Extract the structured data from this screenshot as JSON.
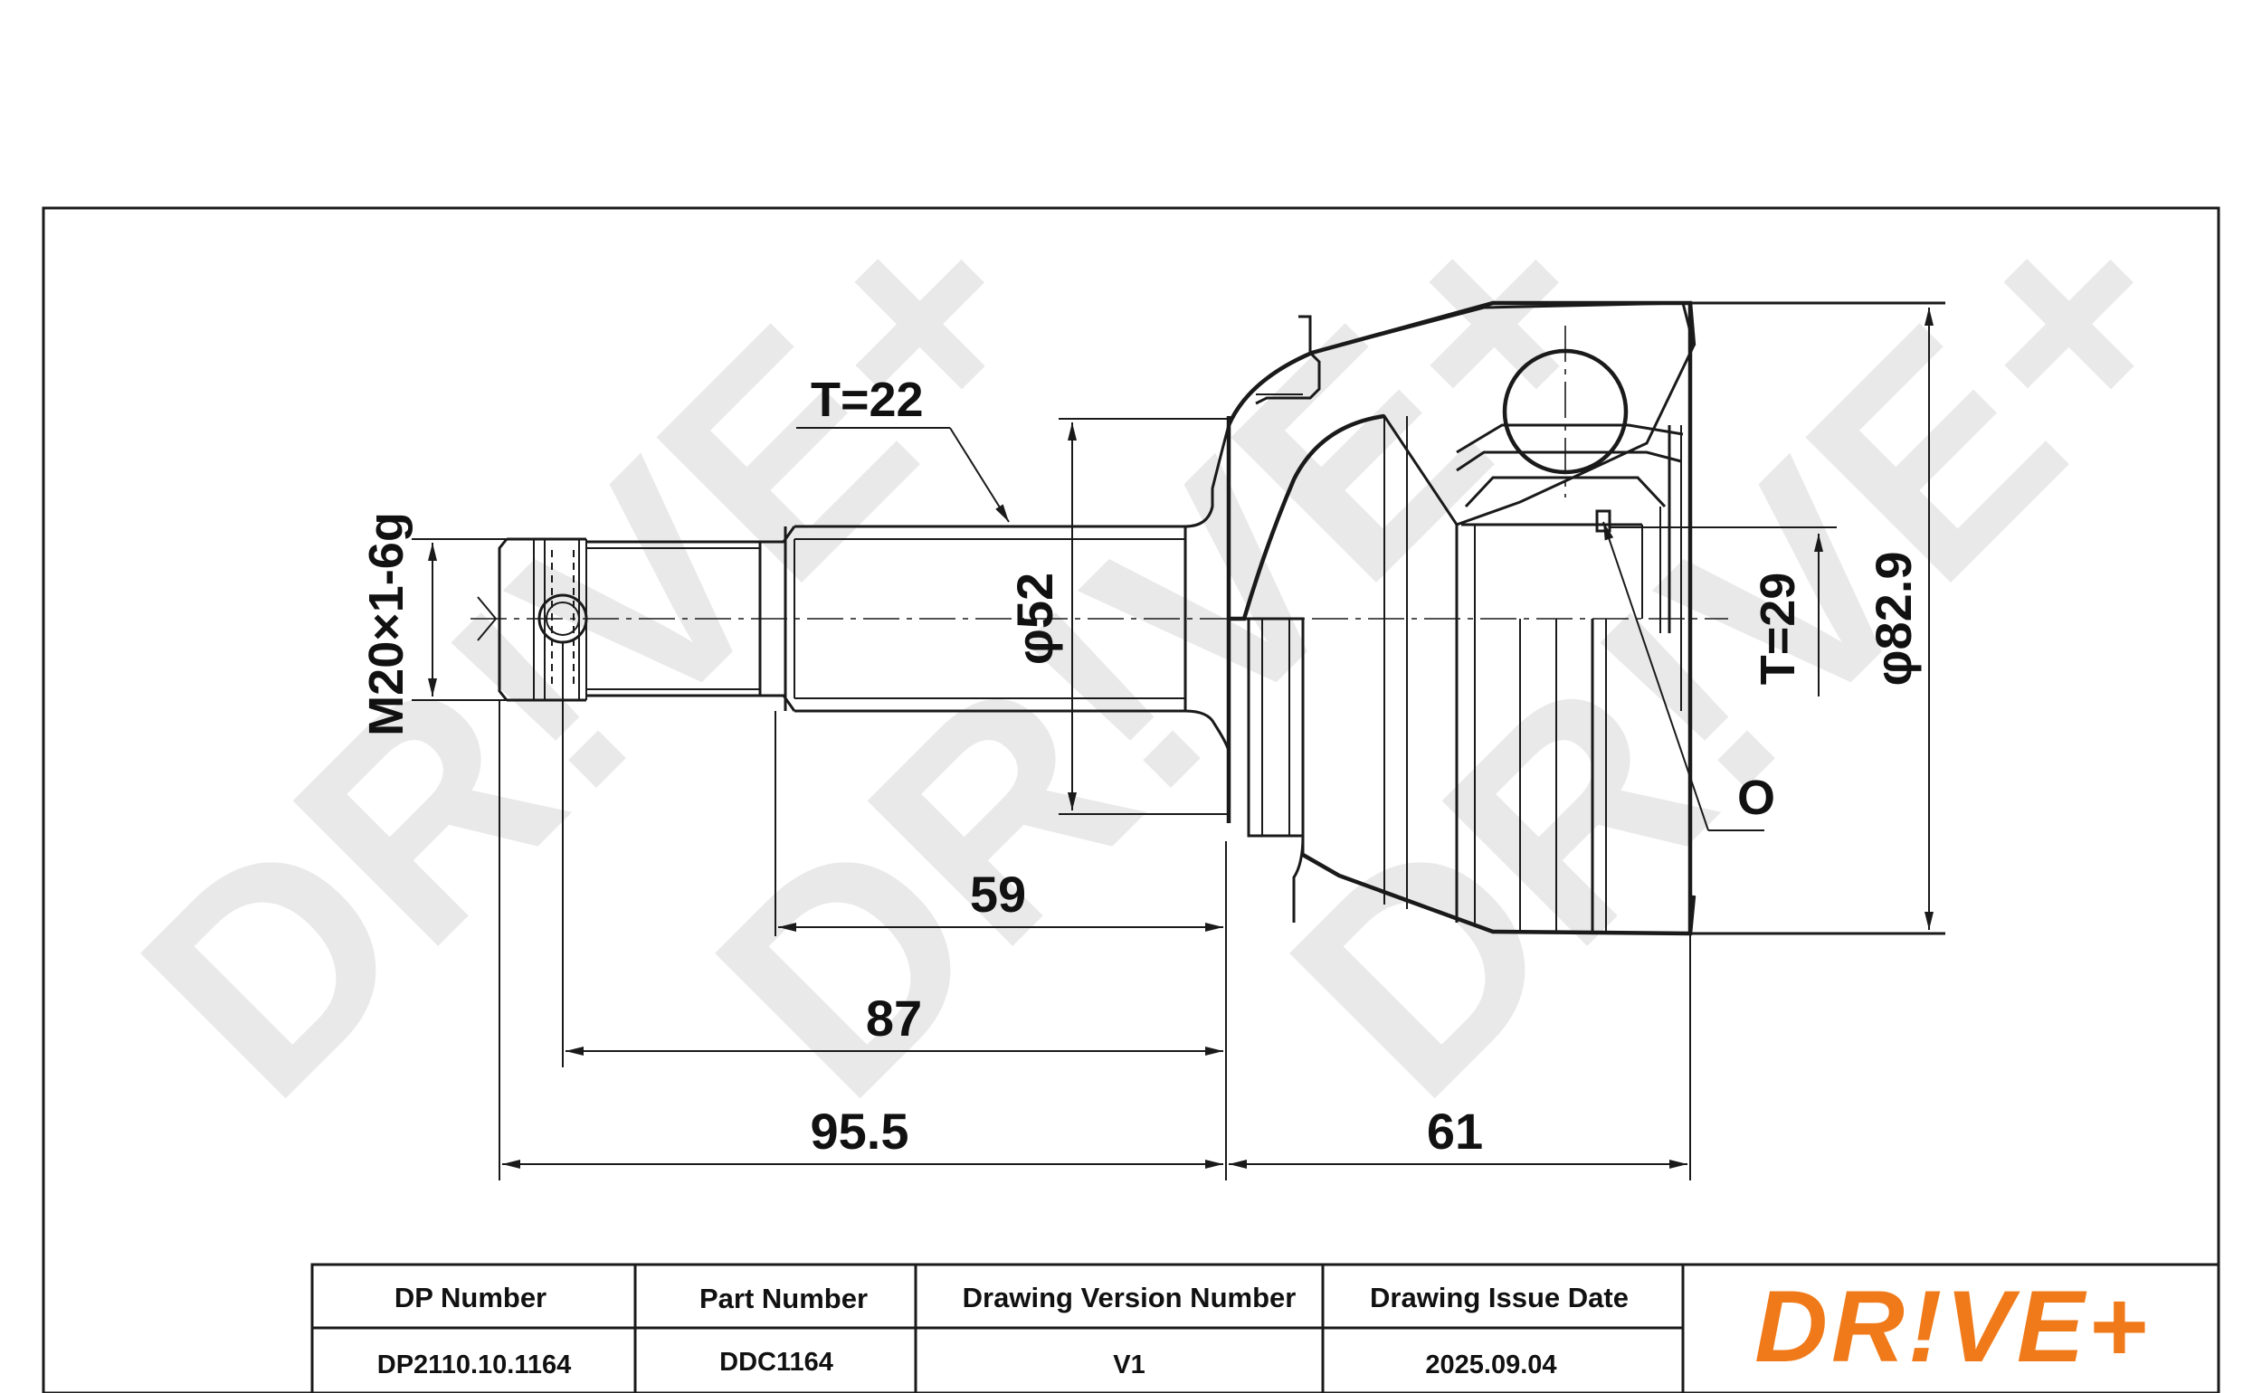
{
  "watermark": "DR!VE+",
  "dimensions": {
    "thread": "M20×1-6g",
    "t22": "T=22",
    "d52": "φ52",
    "t29": "T=29",
    "d829": "φ82.9",
    "o": "O",
    "l59": "59",
    "l87": "87",
    "l955": "95.5",
    "l61": "61"
  },
  "title_block": {
    "headers": [
      "DP Number",
      "Part Number",
      "Drawing Version Number",
      "Drawing Issue Date"
    ],
    "values": [
      "DP2110.10.1164",
      "DDC1164",
      "V1",
      "2025.09.04"
    ]
  },
  "logo": {
    "text": "DR!VE+",
    "color": "#f07a1a"
  }
}
